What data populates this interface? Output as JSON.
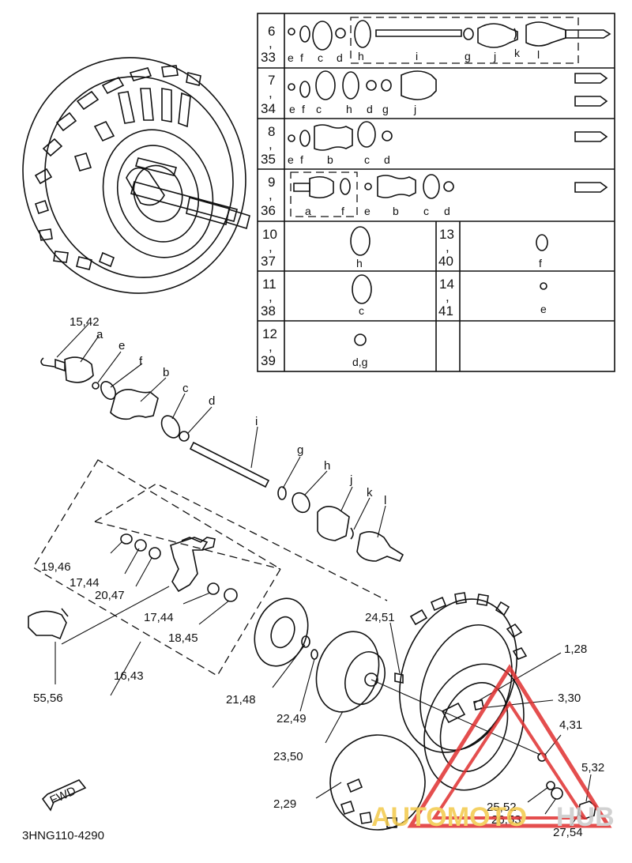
{
  "diagram": {
    "code": "3HNG110-4290",
    "fwd": "FWD",
    "watermark": {
      "left": "AUTOMOTO",
      "right": "HUB",
      "color_left": "#f3c94a",
      "color_right": "#c9c9c9",
      "triangle_color": "#e03030"
    },
    "table": {
      "rows": [
        {
          "num_top": "6",
          "num_bottom": "33",
          "parts": [
            "e",
            "f",
            "c",
            "d",
            "h",
            "i",
            "g",
            "j",
            "k",
            "l"
          ]
        },
        {
          "num_top": "7",
          "num_bottom": "34",
          "parts": [
            "e",
            "f",
            "c",
            "h",
            "d",
            "g",
            "j"
          ]
        },
        {
          "num_top": "8",
          "num_bottom": "35",
          "parts": [
            "e",
            "f",
            "b",
            "c",
            "d"
          ]
        },
        {
          "num_top": "9",
          "num_bottom": "36",
          "parts": [
            "a",
            "f",
            "e",
            "b",
            "c",
            "d"
          ]
        }
      ],
      "cells": [
        {
          "num_top": "10",
          "num_bottom": "37",
          "part": "h"
        },
        {
          "num_top": "13",
          "num_bottom": "40",
          "part": "f"
        },
        {
          "num_top": "11",
          "num_bottom": "38",
          "part": "c"
        },
        {
          "num_top": "14",
          "num_bottom": "41",
          "part": "e"
        },
        {
          "num_top": "12",
          "num_bottom": "39",
          "part": "d,g"
        }
      ]
    },
    "callouts": {
      "c15_42": "15,42",
      "a": "a",
      "e": "e",
      "f": "f",
      "b": "b",
      "c": "c",
      "d": "d",
      "i": "i",
      "g": "g",
      "h": "h",
      "j": "j",
      "k": "k",
      "l": "l",
      "c19_46": "19,46",
      "c17_44a": "17,44",
      "c20_47": "20,47",
      "c17_44b": "17,44",
      "c18_45": "18,45",
      "c16_43": "16,43",
      "c55_56": "55,56",
      "c24_51": "24,51",
      "c1_28": "1,28",
      "c3_30": "3,30",
      "c4_31": "4,31",
      "c21_48": "21,48",
      "c22_49": "22,49",
      "c23_50": "23,50",
      "c2_29": "2,29",
      "c5_32": "5,32",
      "c25_52": "25,52",
      "c26_53": "26,53",
      "c27_54": "27,54"
    }
  }
}
